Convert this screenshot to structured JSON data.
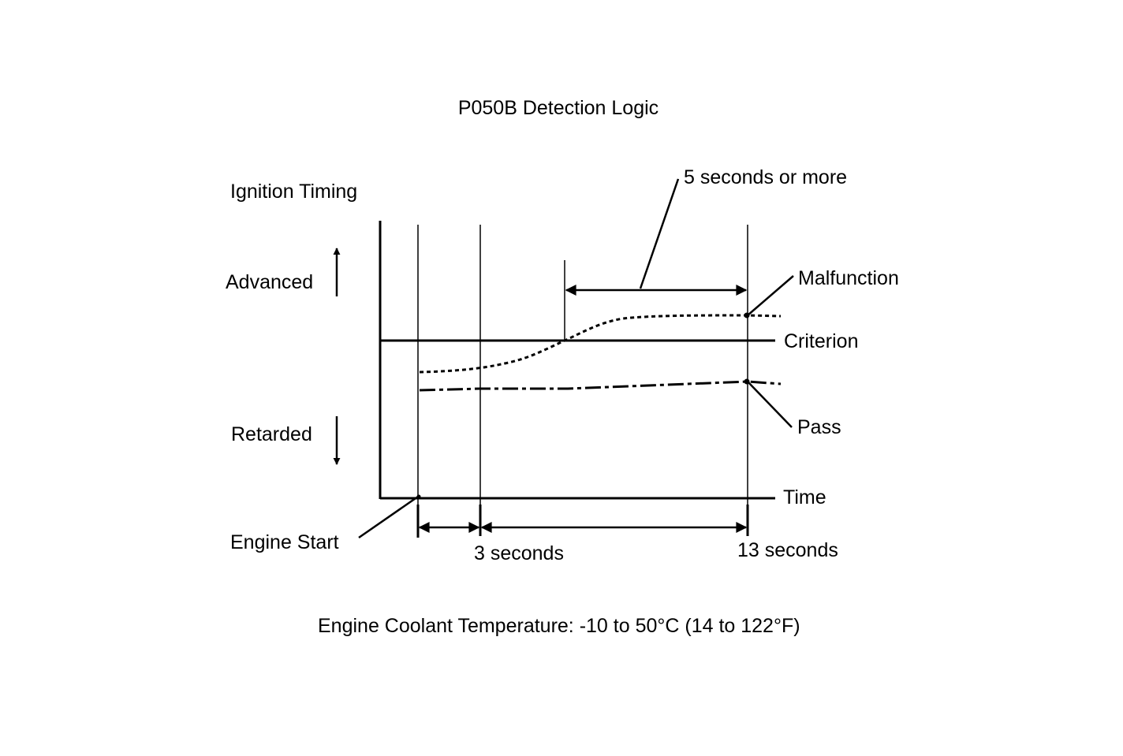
{
  "title": "P050B Detection Logic",
  "y_axis": {
    "label": "Ignition Timing",
    "upper_label": "Advanced",
    "lower_label": "Retarded"
  },
  "x_axis": {
    "label": "Time"
  },
  "levels": {
    "criterion": "Criterion",
    "malfunction": "Malfunction",
    "pass": "Pass"
  },
  "annotations": {
    "engine_start": "Engine Start",
    "duration": "5 seconds or more",
    "t1": "3 seconds",
    "t2": "13 seconds"
  },
  "condition": "Engine Coolant Temperature: -10 to 50°C (14 to 122°F)",
  "colors": {
    "ink": "#000000",
    "background": "#ffffff"
  }
}
